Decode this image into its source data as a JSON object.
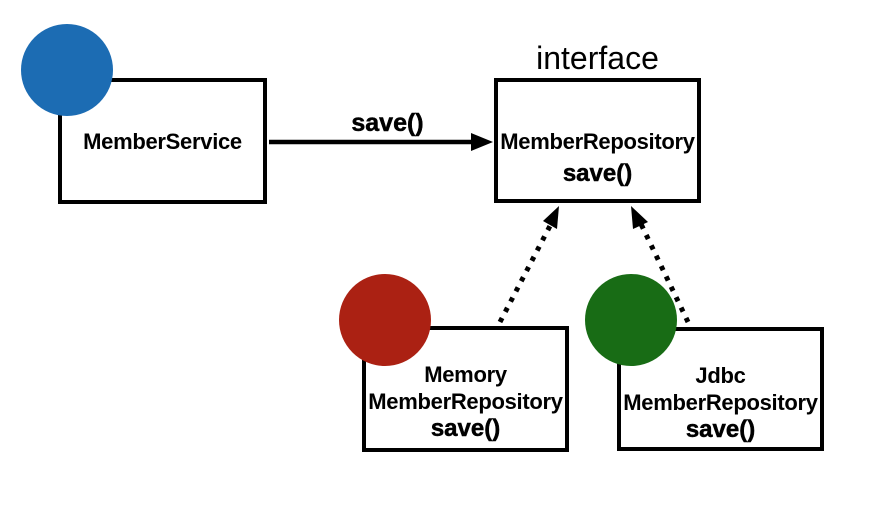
{
  "diagram": {
    "interface_label": "interface",
    "dependency_arrow": {
      "label": "save()"
    },
    "member_service": {
      "name": "MemberService"
    },
    "member_repository": {
      "name": "MemberRepository",
      "method": "save()"
    },
    "memory_member_repository": {
      "name_line1": "Memory",
      "name_line2": "MemberRepository",
      "method": "save()"
    },
    "jdbc_member_repository": {
      "name_line1": "Jdbc",
      "name_line2": "MemberRepository",
      "method": "save()"
    },
    "colors": {
      "member_service_marker": "#1c6cb3",
      "memory_marker": "#ab2113",
      "jdbc_marker": "#186c15",
      "line": "#000000",
      "background": "#ffffff"
    }
  }
}
